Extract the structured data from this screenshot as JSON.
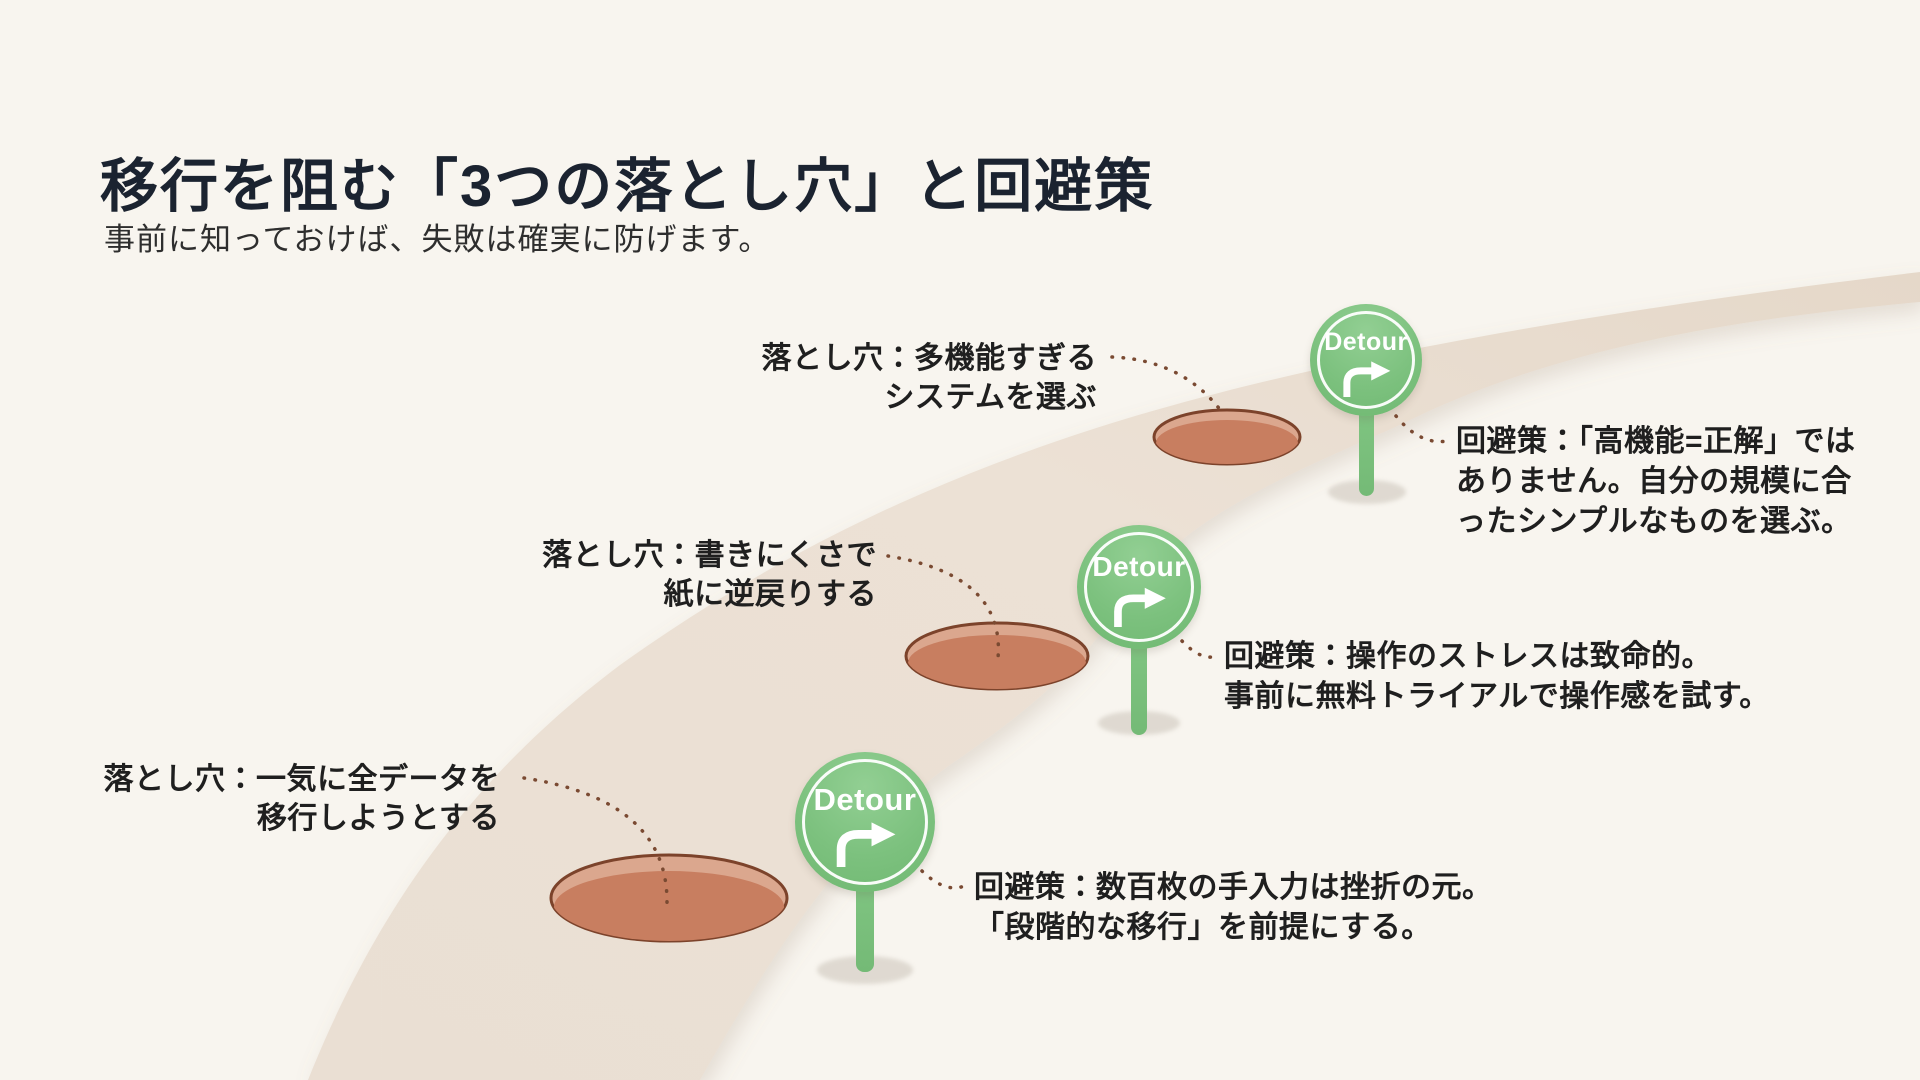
{
  "page": {
    "title": "移行を阻む「3つの落とし穴」と回避策",
    "subtitle": "事前に知っておけば、失敗は確実に防げます。"
  },
  "pitfalls": [
    {
      "label_lines": [
        "落とし穴：多機能すぎる",
        "システムを選ぶ"
      ],
      "sign_label": "Detour",
      "countermeasure_lines": [
        "回避策：「高機能=正解」では",
        "ありません。自分の規模に合",
        "ったシンプルなものを選ぶ。"
      ]
    },
    {
      "label_lines": [
        "落とし穴：書きにくさで",
        "紙に逆戻りする"
      ],
      "sign_label": "Detour",
      "countermeasure_lines": [
        "回避策：操作のストレスは致命的。",
        "事前に無料トライアルで操作感を試す。"
      ]
    },
    {
      "label_lines": [
        "落とし穴：一気に全データを",
        "移行しようとする"
      ],
      "sign_label": "Detour",
      "countermeasure_lines": [
        "回避策：数百枚の手入力は挫折の元。",
        "「段階的な移行」を前提にする。"
      ]
    }
  ],
  "colors": {
    "background": "#f8f5ef",
    "road": "#ebdfd3",
    "pothole_fill": "#c87e60",
    "pothole_rim": "#dba78e",
    "pothole_outline": "#7c432b",
    "sign_green": "#7bc17d",
    "dotted_line": "#7a4a32",
    "title_text": "#1b2330"
  }
}
